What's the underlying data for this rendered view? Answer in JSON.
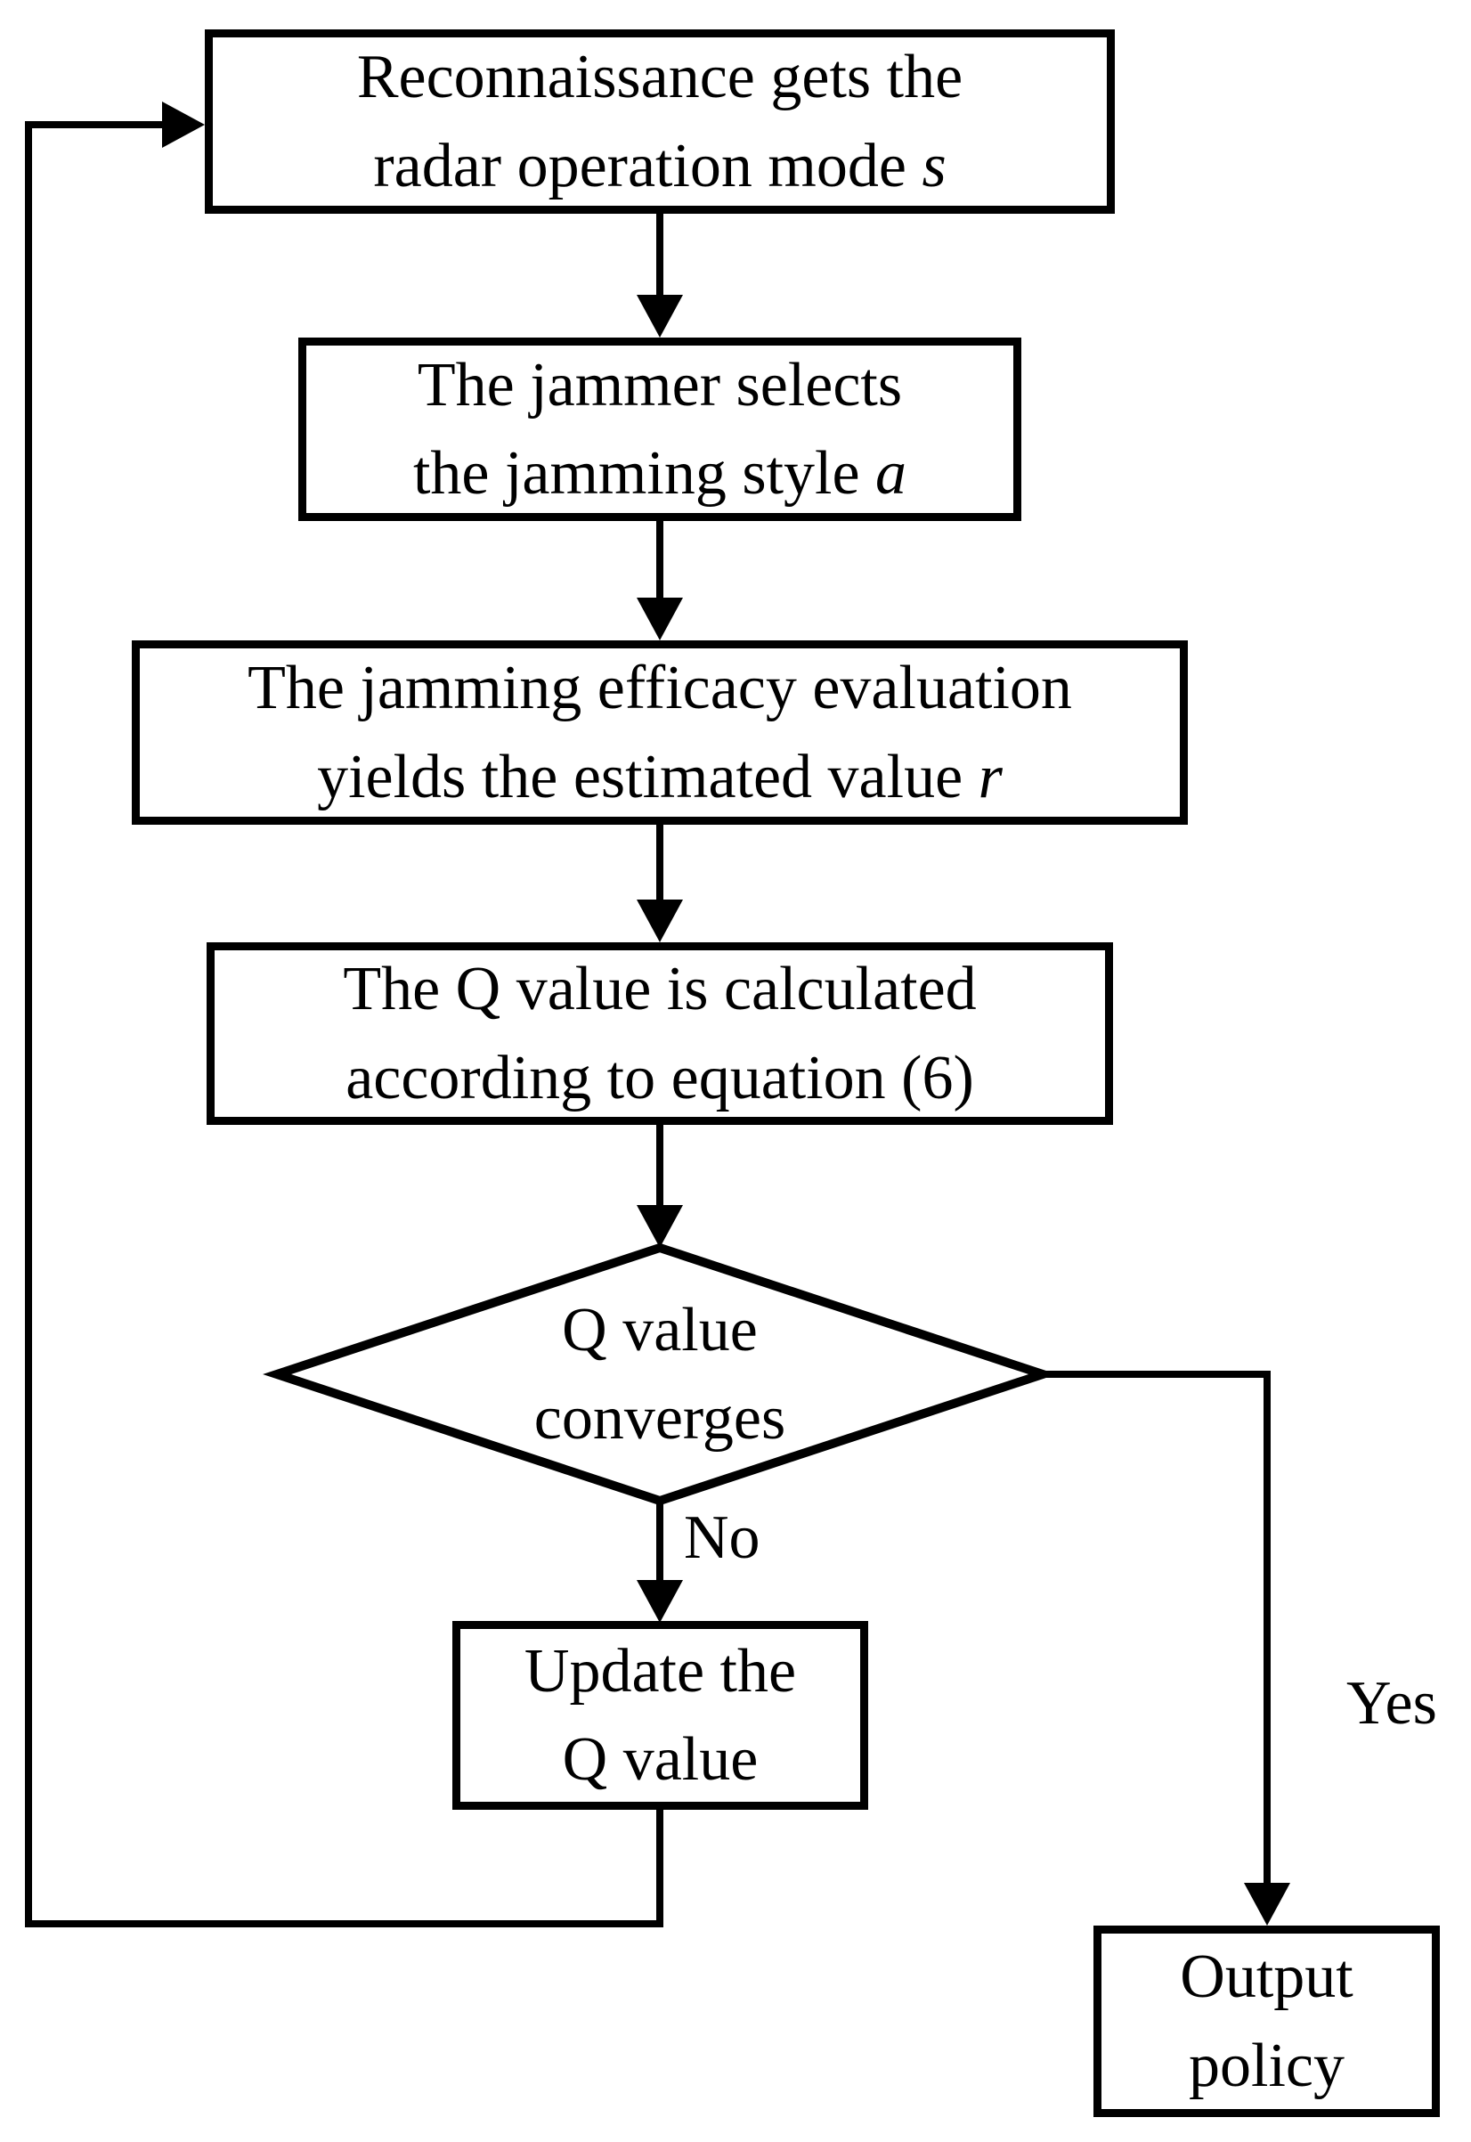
{
  "flowchart": {
    "background": "#ffffff",
    "stroke_color": "#000000",
    "text_color": "#000000",
    "nodes": {
      "reconnaissance": {
        "line1": "Reconnaissance gets the",
        "line2": "radar operation mode ",
        "variable": "s"
      },
      "jammer_selects": {
        "line1": "The jammer selects",
        "line2": "the jamming style ",
        "variable": "a"
      },
      "efficacy_evaluation": {
        "line1": "The jamming efficacy evaluation",
        "line2": "yields the estimated value ",
        "variable": "r"
      },
      "q_calculation": {
        "line1": "The Q value is calculated",
        "line2": "according to equation (6)",
        "variable": ""
      },
      "decision": {
        "line1": "Q value",
        "line2": "converges"
      },
      "update_q": {
        "line1": "Update the",
        "line2": "Q value"
      },
      "output_policy": {
        "line1": "Output",
        "line2": "policy"
      }
    },
    "edge_labels": {
      "no": "No",
      "yes": "Yes"
    }
  }
}
